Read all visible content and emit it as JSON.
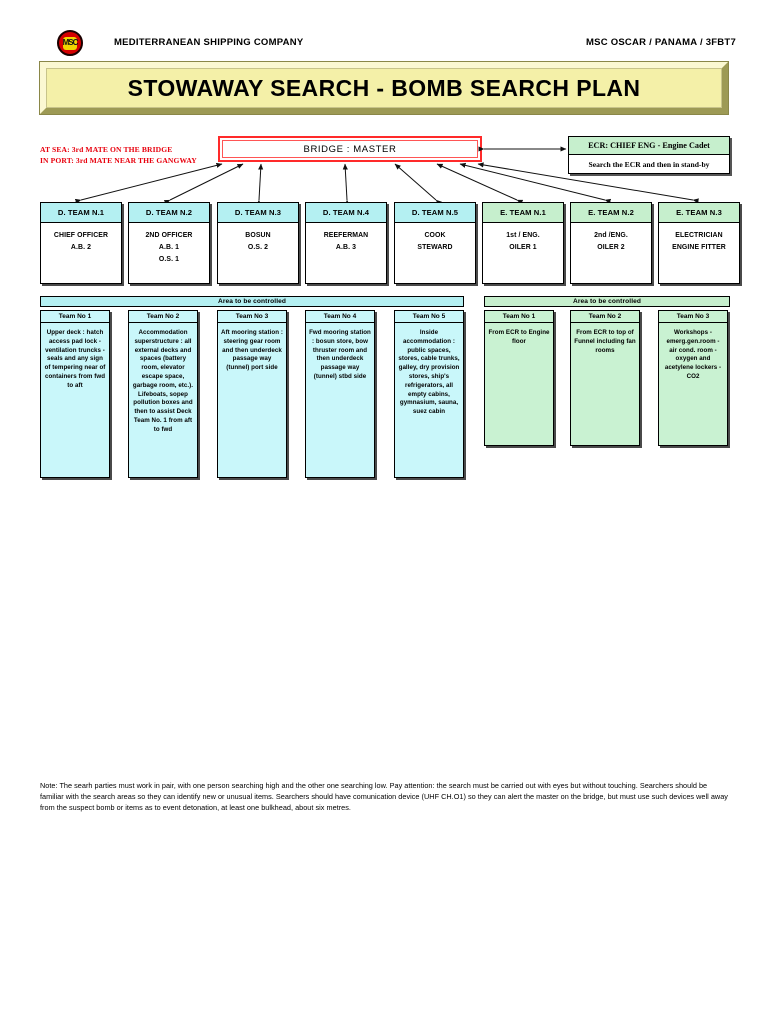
{
  "header": {
    "logo_icon": "msc-logo-icon",
    "logo_text": "MSC",
    "company": "MEDITERRANEAN SHIPPING COMPANY",
    "vessel": "MSC OSCAR / PANAMA / 3FBT7"
  },
  "banner": {
    "title": "STOWAWAY SEARCH - BOMB SEARCH PLAN",
    "fill_color": "#f4f0a8"
  },
  "standing_orders": {
    "line1": "AT SEA: 3rd MATE ON THE BRIDGE",
    "line2": "IN PORT: 3rd MATE NEAR THE GANGWAY",
    "color": "#e8000d"
  },
  "bridge": {
    "label": "BRIDGE :  MASTER",
    "border_color": "#ff2a2a"
  },
  "ecr": {
    "title": "ECR: CHIEF ENG - Engine Cadet",
    "body": "Search the ECR and then in stand-by",
    "header_color": "#c6efcd"
  },
  "teams": [
    {
      "id": "d1",
      "kind": "d",
      "header": "D. TEAM N.1",
      "members": [
        "CHIEF OFFICER",
        "A.B. 2"
      ]
    },
    {
      "id": "d2",
      "kind": "d",
      "header": "D. TEAM N.2",
      "members": [
        "2ND OFFICER",
        "A.B. 1",
        "O.S. 1"
      ]
    },
    {
      "id": "d3",
      "kind": "d",
      "header": "D. TEAM N.3",
      "members": [
        "BOSUN",
        "O.S. 2"
      ]
    },
    {
      "id": "d4",
      "kind": "d",
      "header": "D. TEAM N.4",
      "members": [
        "REEFERMAN",
        "A.B. 3"
      ]
    },
    {
      "id": "d5",
      "kind": "d",
      "header": "D. TEAM N.5",
      "members": [
        "COOK",
        "STEWARD"
      ]
    },
    {
      "id": "e1",
      "kind": "e",
      "header": "E. TEAM N.1",
      "members": [
        "1st / ENG.",
        "OILER 1"
      ]
    },
    {
      "id": "e2",
      "kind": "e",
      "header": "E. TEAM N.2",
      "members": [
        "2nd /ENG.",
        "OILER 2"
      ]
    },
    {
      "id": "e3",
      "kind": "e",
      "header": "E. TEAM N.3",
      "members": [
        "ELECTRICIAN",
        "ENGINE FITTER"
      ]
    }
  ],
  "area_bars": {
    "deck_label": "Area to be controlled",
    "engine_label": "Area to be controlled",
    "deck_color": "#b4f0f2",
    "engine_color": "#c6efcd"
  },
  "deck_areas": [
    {
      "header": "Team  No 1",
      "text": "Upper deck : hatch access pad lock - ventilation truncks - seals and any sign of tempering near of containers from fwd to aft"
    },
    {
      "header": "Team  No 2",
      "text": "Accommodation superstructure : all external decks and spaces (battery room, elevator escape space, garbage room, etc.). Lifeboats, sopep pollution boxes and then to assist Deck Team No. 1 from aft to fwd"
    },
    {
      "header": "Team  No 3",
      "text": "Aft mooring station : steering gear room and then underdeck passage way (tunnel) port side"
    },
    {
      "header": "Team  No 4",
      "text": "Fwd mooring station : bosun store, bow thruster room and then underdeck passage way (tunnel) stbd side"
    },
    {
      "header": "Team  No 5",
      "text": "Inside accommodation : public spaces, stores, cable trunks, galley, dry provision stores, ship's refrigerators, all empty cabins, gymnasium, sauna, suez cabin"
    }
  ],
  "engine_areas": [
    {
      "header": "Team  No 1",
      "text": "From  ECR to Engine  floor"
    },
    {
      "header": "Team  No 2",
      "text": "From  ECR to top of Funnel including fan rooms"
    },
    {
      "header": "Team  No 3",
      "text": "Workshops - emerg.gen.room - air cond. room - oxygen and acetylene lockers - CO2"
    }
  ],
  "note": {
    "text": "Note: The searh parties must work in pair, with one person searching high and the other one searching low. Pay attention: the search must be carried out with eyes but without touching. Searchers should be familiar with the search areas so they can identify new or unusual items. Searchers should have comunication device (UHF CH.O1) so they can alert the master on the bridge, but must use such devices well away from the suspect bomb or items as to event detonation, at least one bulkhead, about six metres."
  }
}
